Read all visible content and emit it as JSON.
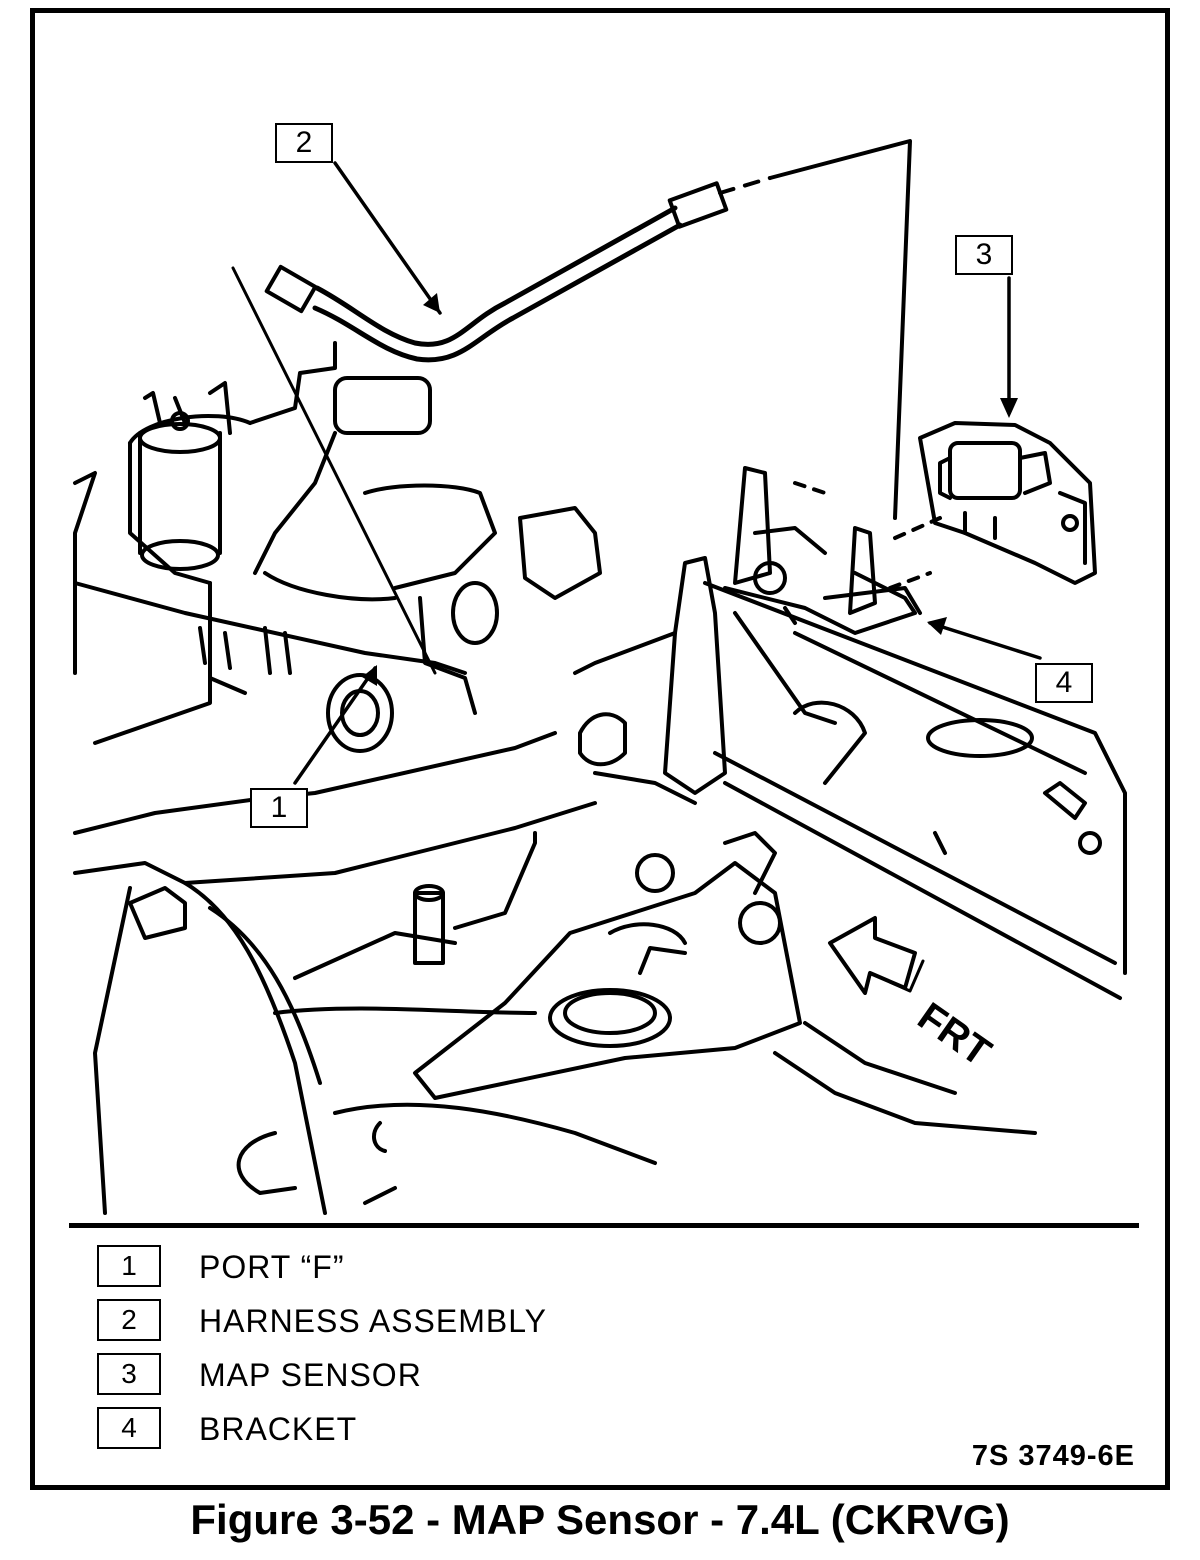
{
  "diagram": {
    "callouts": [
      {
        "id": "1",
        "label": "1"
      },
      {
        "id": "2",
        "label": "2"
      },
      {
        "id": "3",
        "label": "3"
      },
      {
        "id": "4",
        "label": "4"
      }
    ],
    "direction_label": "FRT"
  },
  "legend": {
    "items": [
      {
        "number": "1",
        "label": "PORT “F”"
      },
      {
        "number": "2",
        "label": "HARNESS ASSEMBLY"
      },
      {
        "number": "3",
        "label": "MAP SENSOR"
      },
      {
        "number": "4",
        "label": "BRACKET"
      }
    ]
  },
  "drawing_number": "7S 3749-6E",
  "caption": "Figure 3-52 - MAP Sensor - 7.4L  (CKRVG)"
}
